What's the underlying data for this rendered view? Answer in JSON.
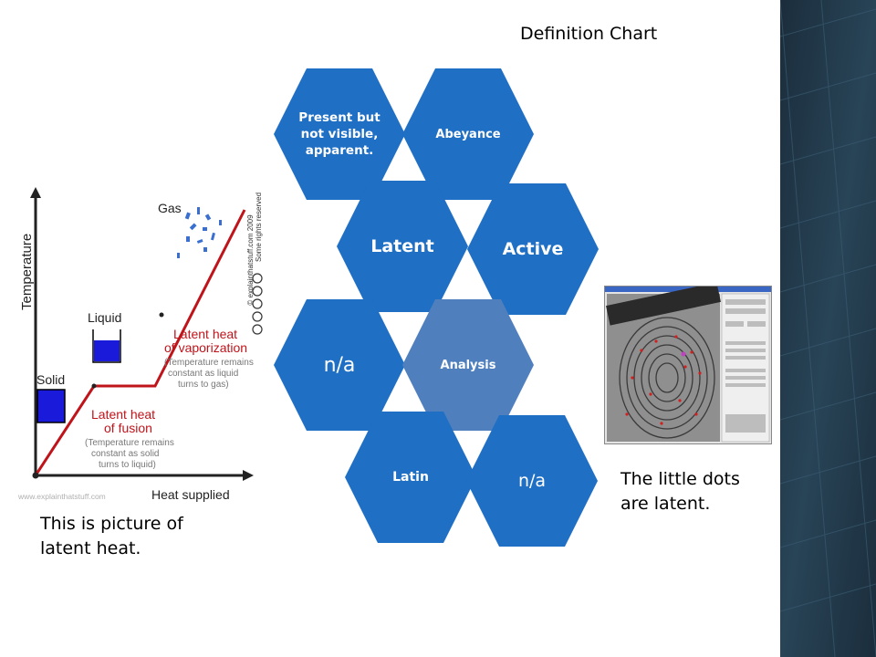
{
  "title": "Definition Chart",
  "hexagons": {
    "present": "Present but not visible, apparent.",
    "abeyance": "Abeyance",
    "latent": "Latent",
    "active": "Active",
    "na_left": "n/a",
    "analysis": "Analysis",
    "latin": "Latin",
    "na_right": "n/a"
  },
  "heat_chart": {
    "ylabel": "Temperature",
    "xlabel": "Heat supplied",
    "gas": "Gas",
    "liquid": "Liquid",
    "solid": "Solid",
    "vaporization_1": "Latent heat",
    "vaporization_2": "of vaporization",
    "vaporization_note_1": "(Temperature remains",
    "vaporization_note_2": "constant as liquid",
    "vaporization_note_3": "turns to gas)",
    "fusion_1": "Latent heat",
    "fusion_2": "of fusion",
    "fusion_note_1": "(Temperature remains",
    "fusion_note_2": "constant as solid",
    "fusion_note_3": "turns to liquid)",
    "copyright_1": "© explainthatstuff.com 2009",
    "copyright_2": "Some rights reserved",
    "watermark": "www.explainthatstuff.com"
  },
  "left_caption": {
    "line1": "This is  picture of",
    "line2": "latent heat."
  },
  "right_caption": {
    "line1": "The little dots",
    "line2": "are latent."
  },
  "colors": {
    "hex_dark": "#1f6fc4",
    "hex_light": "#4f80bd",
    "sidebar": "#203648",
    "curve": "#c0141b",
    "box_blue": "#1a1adb"
  }
}
